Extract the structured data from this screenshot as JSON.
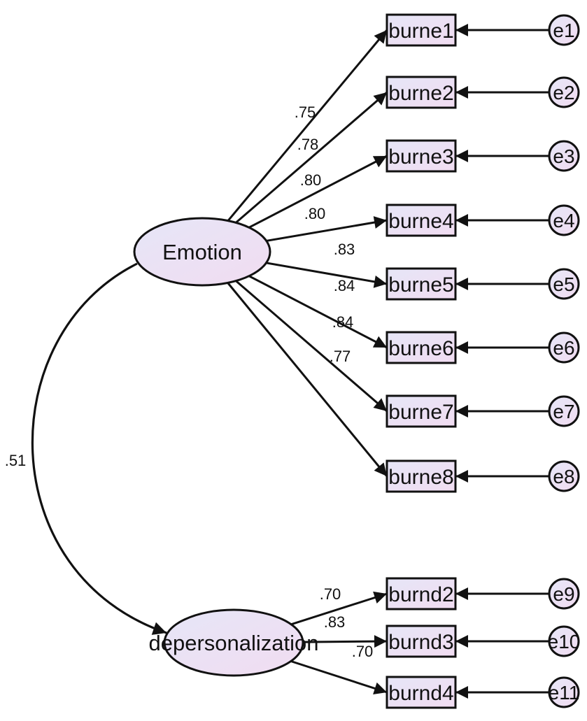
{
  "colors": {
    "node_fill_start": "#e6e6f7",
    "node_fill_end": "#f1dcf1",
    "stroke": "#111111",
    "background": "#ffffff"
  },
  "latents": [
    {
      "id": "emotion",
      "label": "Emotion"
    },
    {
      "id": "dep",
      "label": "depersonalization"
    }
  ],
  "indicators": [
    {
      "id": "burne1",
      "label": "burne1",
      "factor": "emotion",
      "loading": ".75",
      "error": "e1"
    },
    {
      "id": "burne2",
      "label": "burne2",
      "factor": "emotion",
      "loading": ".78",
      "error": "e2"
    },
    {
      "id": "burne3",
      "label": "burne3",
      "factor": "emotion",
      "loading": ".80",
      "error": "e3"
    },
    {
      "id": "burne4",
      "label": "burne4",
      "factor": "emotion",
      "loading": ".80",
      "error": "e4"
    },
    {
      "id": "burne5",
      "label": "burne5",
      "factor": "emotion",
      "loading": ".83",
      "error": "e5"
    },
    {
      "id": "burne6",
      "label": "burne6",
      "factor": "emotion",
      "loading": ".84",
      "error": "e6"
    },
    {
      "id": "burne7",
      "label": "burne7",
      "factor": "emotion",
      "loading": ".84",
      "error": "e7"
    },
    {
      "id": "burne8",
      "label": "burne8",
      "factor": "emotion",
      "loading": ".77",
      "error": "e8"
    },
    {
      "id": "burnd2",
      "label": "burnd2",
      "factor": "dep",
      "loading": ".70",
      "error": "e9"
    },
    {
      "id": "burnd3",
      "label": "burnd3",
      "factor": "dep",
      "loading": ".83",
      "error": "e10"
    },
    {
      "id": "burnd4",
      "label": "burnd4",
      "factor": "dep",
      "loading": ".70",
      "error": "e11"
    }
  ],
  "correlation": {
    "from": "emotion",
    "to": "dep",
    "value": ".51"
  }
}
